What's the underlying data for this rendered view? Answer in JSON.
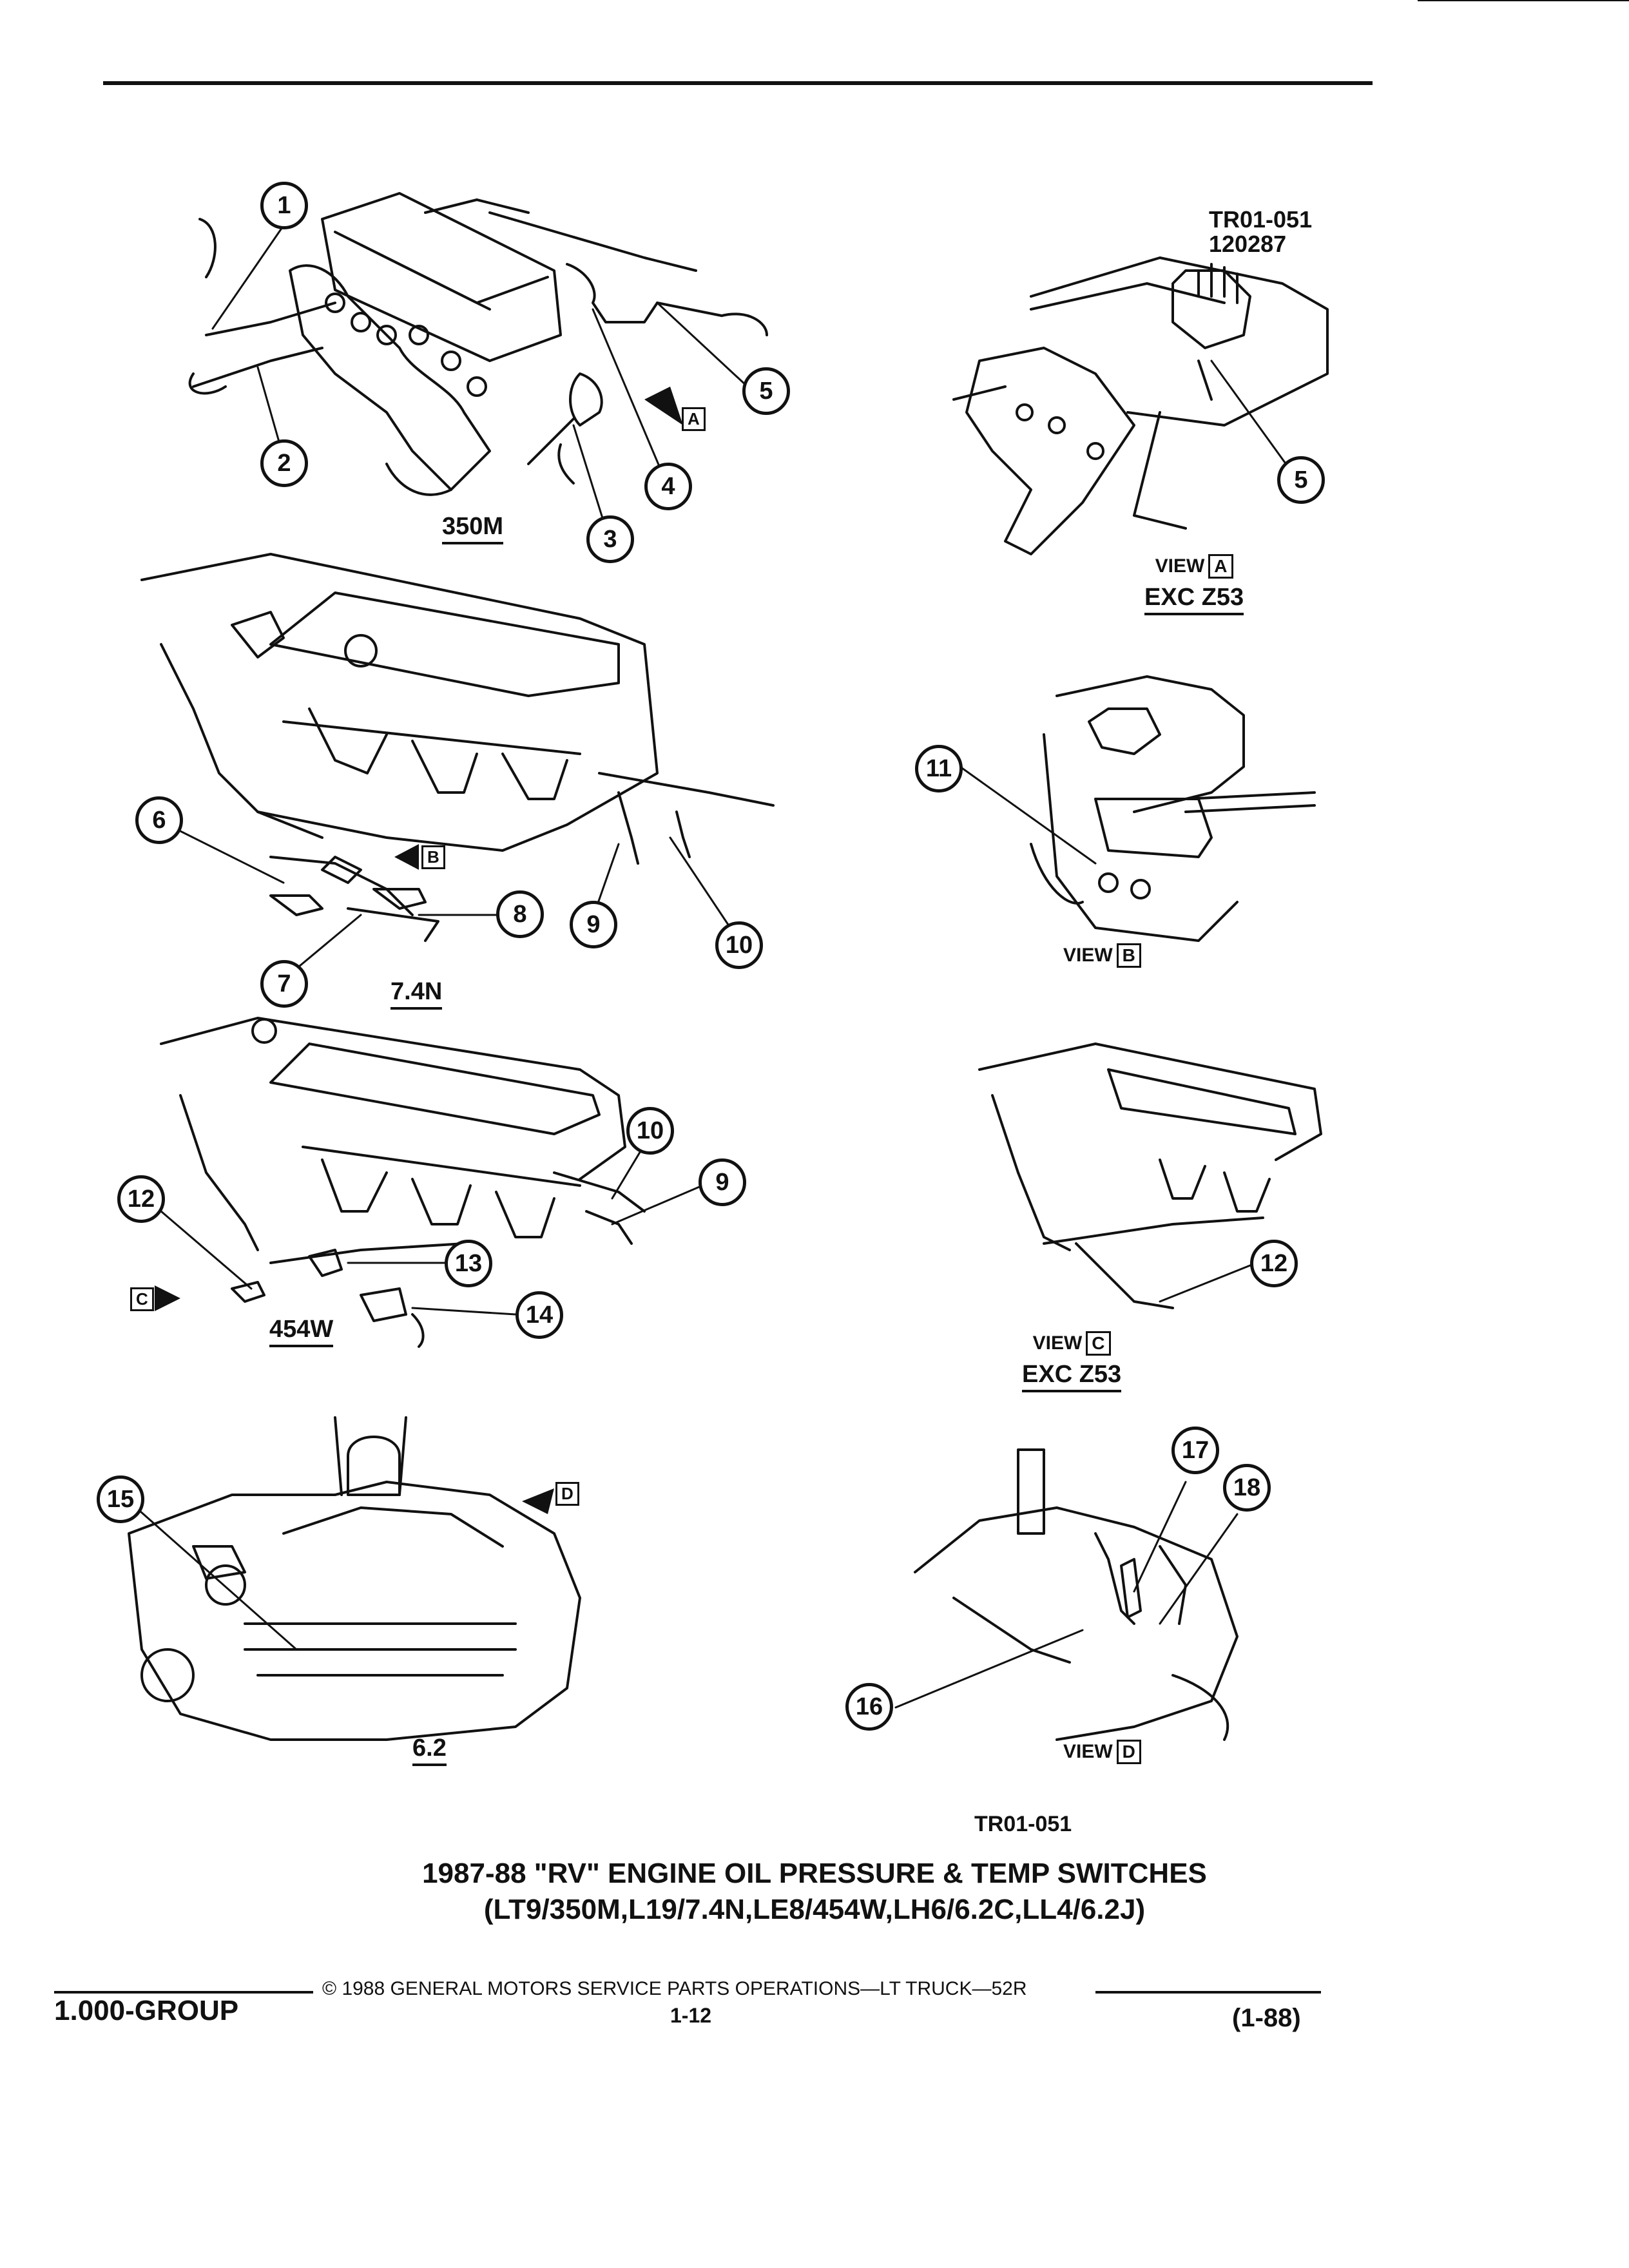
{
  "ref_top": {
    "line1": "TR01-051",
    "line2": "120287"
  },
  "ref_bottom": "TR01-051",
  "engines": [
    "350M",
    "7.4N",
    "454W",
    "6.2"
  ],
  "views": {
    "a": {
      "word": "VIEW",
      "letter": "A",
      "sub": "EXC Z53"
    },
    "b": {
      "word": "VIEW",
      "letter": "B"
    },
    "c": {
      "word": "VIEW",
      "letter": "C",
      "sub": "EXC Z53"
    },
    "d": {
      "word": "VIEW",
      "letter": "D"
    }
  },
  "markers": {
    "a": "A",
    "b": "B",
    "c": "C",
    "d": "D"
  },
  "callouts": [
    "1",
    "2",
    "3",
    "4",
    "5",
    "5",
    "6",
    "7",
    "8",
    "9",
    "10",
    "11",
    "10",
    "9",
    "12",
    "13",
    "14",
    "12",
    "15",
    "17",
    "18",
    "16"
  ],
  "title": {
    "line1": "1987-88 \"RV\" ENGINE OIL PRESSURE & TEMP SWITCHES",
    "line2": "(LT9/350M,L19/7.4N,LE8/454W,LH6/6.2C,LL4/6.2J)"
  },
  "footer": {
    "group": "1.000-GROUP",
    "copyright": "© 1988 GENERAL MOTORS SERVICE PARTS OPERATIONS—LT TRUCK—52R",
    "page": "1-12",
    "date": "(1-88)"
  }
}
